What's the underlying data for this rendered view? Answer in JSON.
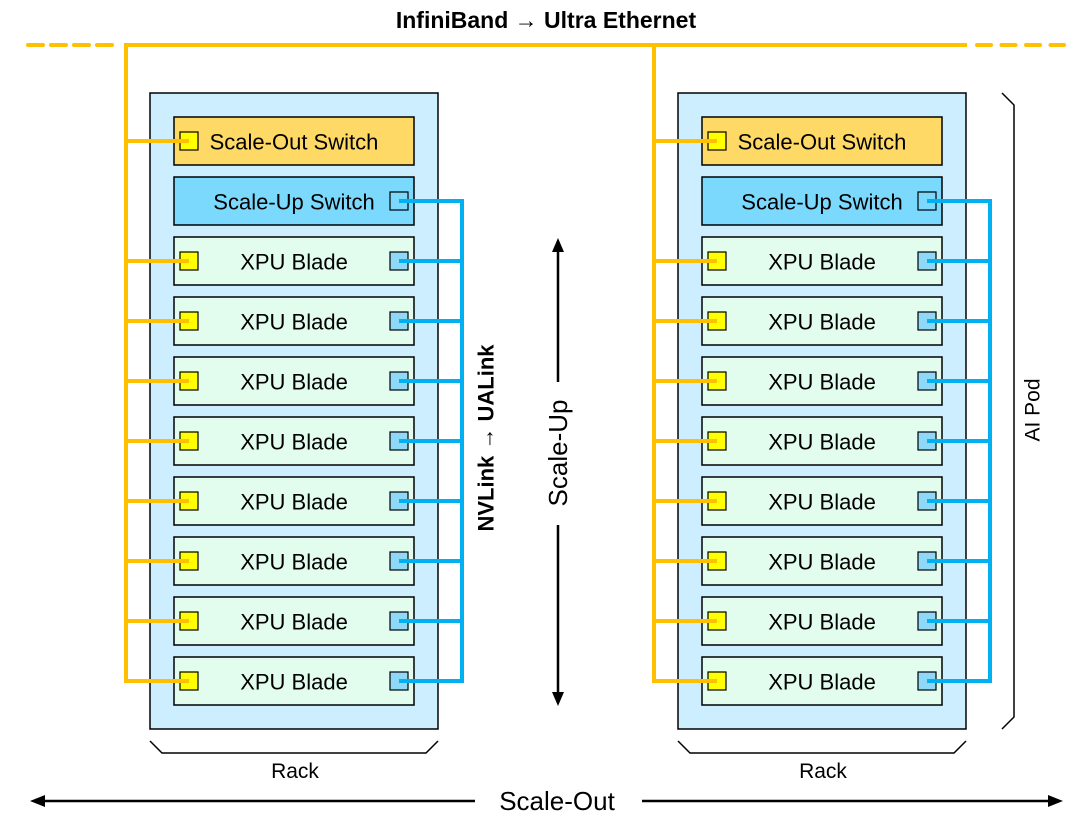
{
  "title": "InfiniBand → Ultra Ethernet",
  "scale_up_fabric_label": "NVLink → UALink",
  "axes": {
    "scale_up": "Scale-Up",
    "scale_out": "Scale-Out"
  },
  "pod_label": "AI Pod",
  "racks": [
    {
      "label": "Rack",
      "scale_out_switch": "Scale-Out Switch",
      "scale_up_switch": "Scale-Up Switch",
      "blades": [
        "XPU Blade",
        "XPU Blade",
        "XPU Blade",
        "XPU Blade",
        "XPU Blade",
        "XPU Blade",
        "XPU Blade",
        "XPU Blade"
      ]
    },
    {
      "label": "Rack",
      "scale_out_switch": "Scale-Out Switch",
      "scale_up_switch": "Scale-Up Switch",
      "blades": [
        "XPU Blade",
        "XPU Blade",
        "XPU Blade",
        "XPU Blade",
        "XPU Blade",
        "XPU Blade",
        "XPU Blade",
        "XPU Blade"
      ]
    }
  ],
  "colors": {
    "scale_out_link": "#FFC000",
    "scale_up_link": "#00B0F0",
    "rack_fill": "#CCEEFF",
    "scale_out_switch_fill": "#FFD966",
    "scale_up_switch_fill": "#7AD9FD",
    "blade_fill": "#E2FCEE",
    "scale_out_port": "#FFFF00",
    "scale_up_port": "#8ED9F8",
    "outline": "#000000"
  }
}
